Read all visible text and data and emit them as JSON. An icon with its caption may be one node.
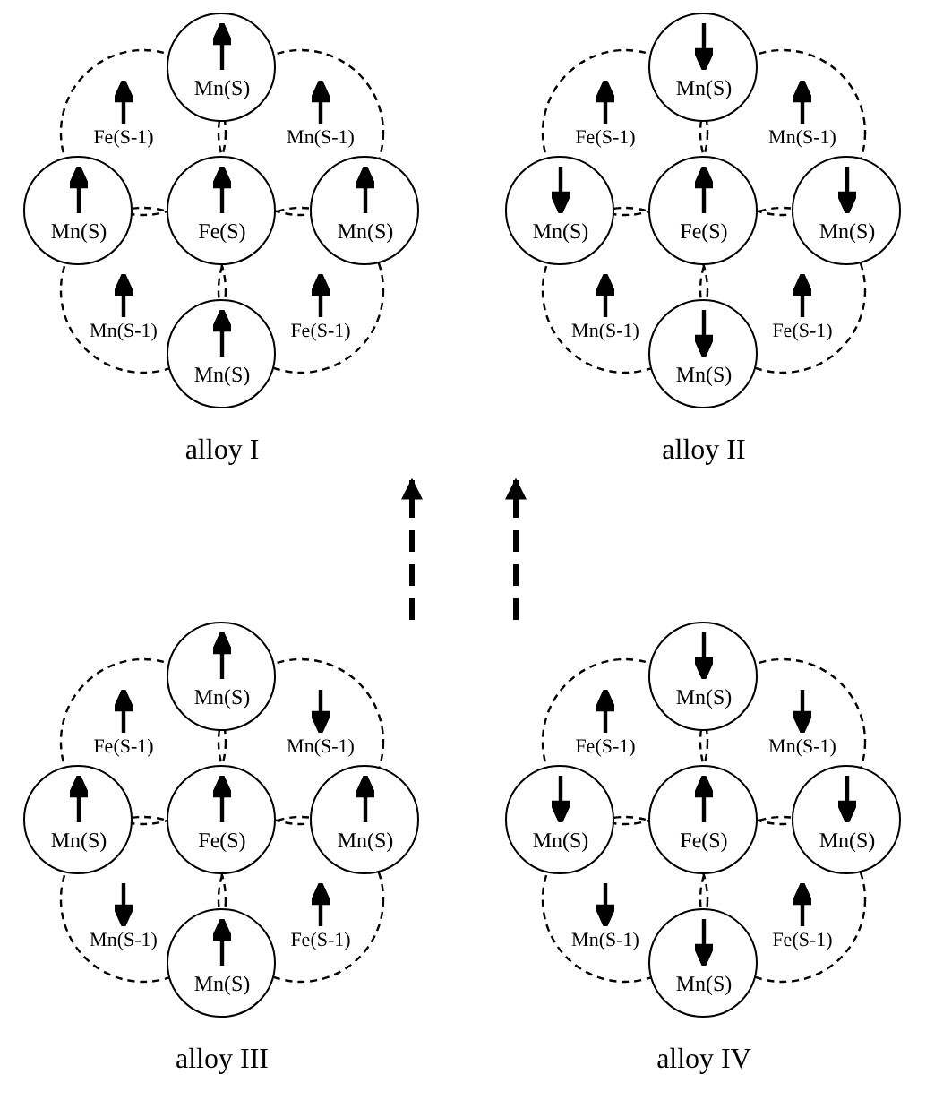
{
  "diagram": {
    "nodes": [
      {
        "text": [
          "Mn(S)"
        ]
      },
      {
        "text": [
          "Fe(S-1)"
        ]
      },
      {
        "text": [
          "Mn(S-1)"
        ]
      },
      {
        "text": [
          "Mn(S)"
        ]
      },
      {
        "text": [
          "Fe(S)"
        ]
      },
      {
        "text": [
          "Mn(S)"
        ]
      },
      {
        "text": [
          "Mn(S-1)"
        ]
      },
      {
        "text": [
          "Fe(S-1)"
        ]
      },
      {
        "text": [
          "Mn(S)"
        ]
      },
      {
        "text": [
          "Mn(S)"
        ]
      },
      {
        "text": [
          "Fe(S-1)"
        ]
      },
      {
        "text": [
          "Mn(S-1)"
        ]
      },
      {
        "text": [
          "Mn(S)"
        ]
      },
      {
        "text": [
          "Fe(S)"
        ]
      },
      {
        "text": [
          "Mn(S)"
        ]
      },
      {
        "text": [
          "Mn(S-1)"
        ]
      },
      {
        "text": [
          "Fe(S-1)"
        ]
      },
      {
        "text": [
          "Mn(S)"
        ]
      },
      {
        "text": [
          "Mn(S)"
        ]
      },
      {
        "text": [
          "Fe(S-1)"
        ]
      },
      {
        "text": [
          "Mn(S-1)"
        ]
      },
      {
        "text": [
          "Mn(S)"
        ]
      },
      {
        "text": [
          "Fe(S)"
        ]
      },
      {
        "text": [
          "Mn(S)"
        ]
      },
      {
        "text": [
          "Mn(S-1)"
        ]
      },
      {
        "text": [
          "Fe(S-1)"
        ]
      },
      {
        "text": [
          "Mn(S)"
        ]
      },
      {
        "text": [
          "Mn(S)"
        ]
      },
      {
        "text": [
          "Fe(S-1)"
        ]
      },
      {
        "text": [
          "Mn(S-1)"
        ]
      },
      {
        "text": [
          "Mn(S)"
        ]
      },
      {
        "text": [
          "Fe(S)"
        ]
      },
      {
        "text": [
          "Mn(S)"
        ]
      },
      {
        "text": [
          "Mn(S-1)"
        ]
      },
      {
        "text": [
          "Fe(S-1)"
        ]
      },
      {
        "text": [
          "Mn(S)"
        ]
      }
    ],
    "labels": [
      "alloy I",
      "alloy II",
      "alloy III",
      "alloy IV"
    ]
  }
}
